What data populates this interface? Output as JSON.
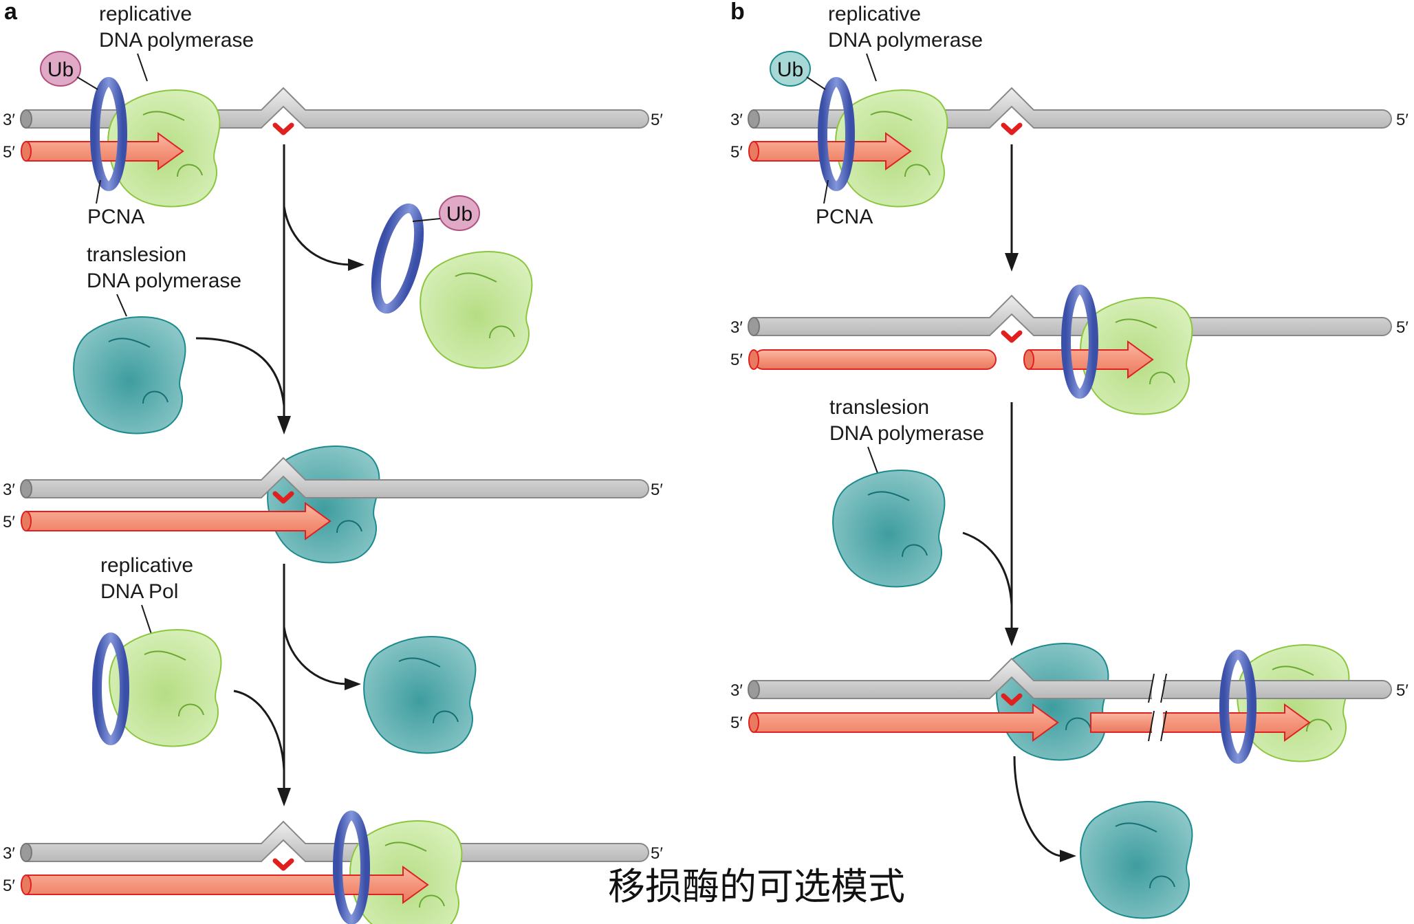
{
  "caption": "移损酶的可选模式",
  "colors": {
    "template_strand": "#d3d3d3",
    "new_strand": "#f4957b",
    "new_strand_edge": "#e02020",
    "lesion": "#e0201e",
    "pcna": "#5a72c2",
    "replicative_polymerase": "#c9e8a4",
    "translesion_polymerase": "#6fb8b8",
    "ubiquitin_panel_a": "#e0a9c6",
    "ubiquitin_panel_b": "#a8d8d6"
  },
  "panel_a": {
    "letter": "a",
    "replicative_label": [
      "replicative",
      "DNA polymerase"
    ],
    "ub_label": "Ub",
    "pcna_label": "PCNA",
    "translesion_label": [
      "translesion",
      "DNA polymerase"
    ],
    "released_ub_label": "Ub",
    "replicative_pol_label": [
      "replicative",
      "DNA Pol"
    ],
    "end_3": "3′",
    "end_5": "5′"
  },
  "panel_b": {
    "letter": "b",
    "replicative_label": [
      "replicative",
      "DNA polymerase"
    ],
    "ub_label": "Ub",
    "pcna_label": "PCNA",
    "translesion_label": [
      "translesion",
      "DNA polymerase"
    ],
    "end_3": "3′",
    "end_5": "5′"
  }
}
